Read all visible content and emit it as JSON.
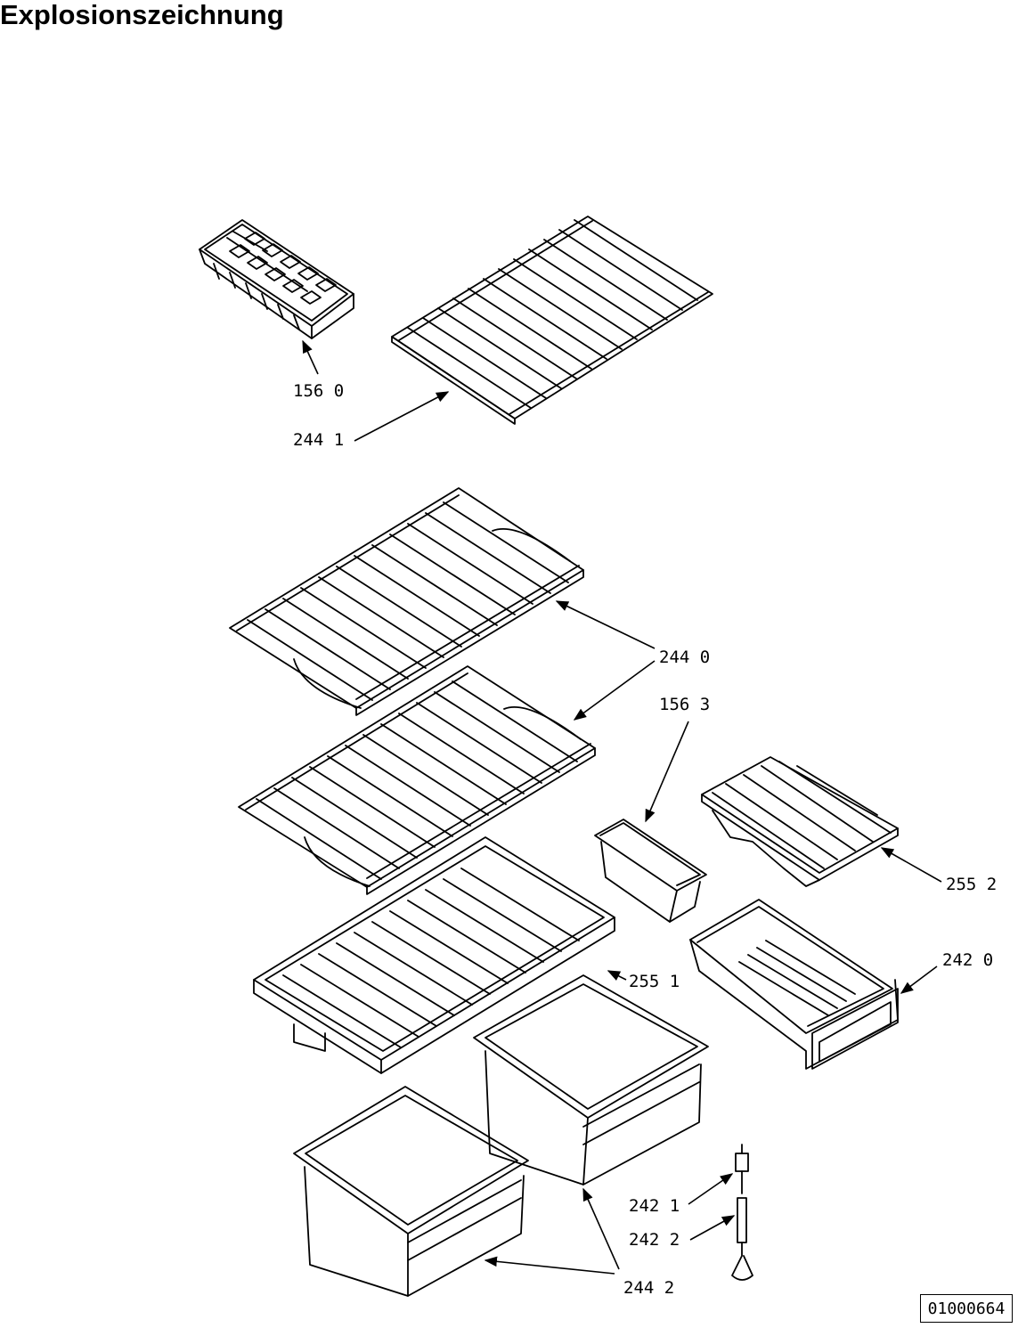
{
  "title": "Explosionszeichnung",
  "drawing_number": "01000664",
  "callouts": [
    {
      "id": "c-156-0",
      "text": "156 0"
    },
    {
      "id": "c-244-1",
      "text": "244 1"
    },
    {
      "id": "c-244-0",
      "text": "244 0"
    },
    {
      "id": "c-156-3",
      "text": "156 3"
    },
    {
      "id": "c-255-2",
      "text": "255 2"
    },
    {
      "id": "c-242-0",
      "text": "242 0"
    },
    {
      "id": "c-255-1",
      "text": "255 1"
    },
    {
      "id": "c-242-1",
      "text": "242 1"
    },
    {
      "id": "c-242-2",
      "text": "242 2"
    },
    {
      "id": "c-244-2",
      "text": "244 2"
    }
  ]
}
